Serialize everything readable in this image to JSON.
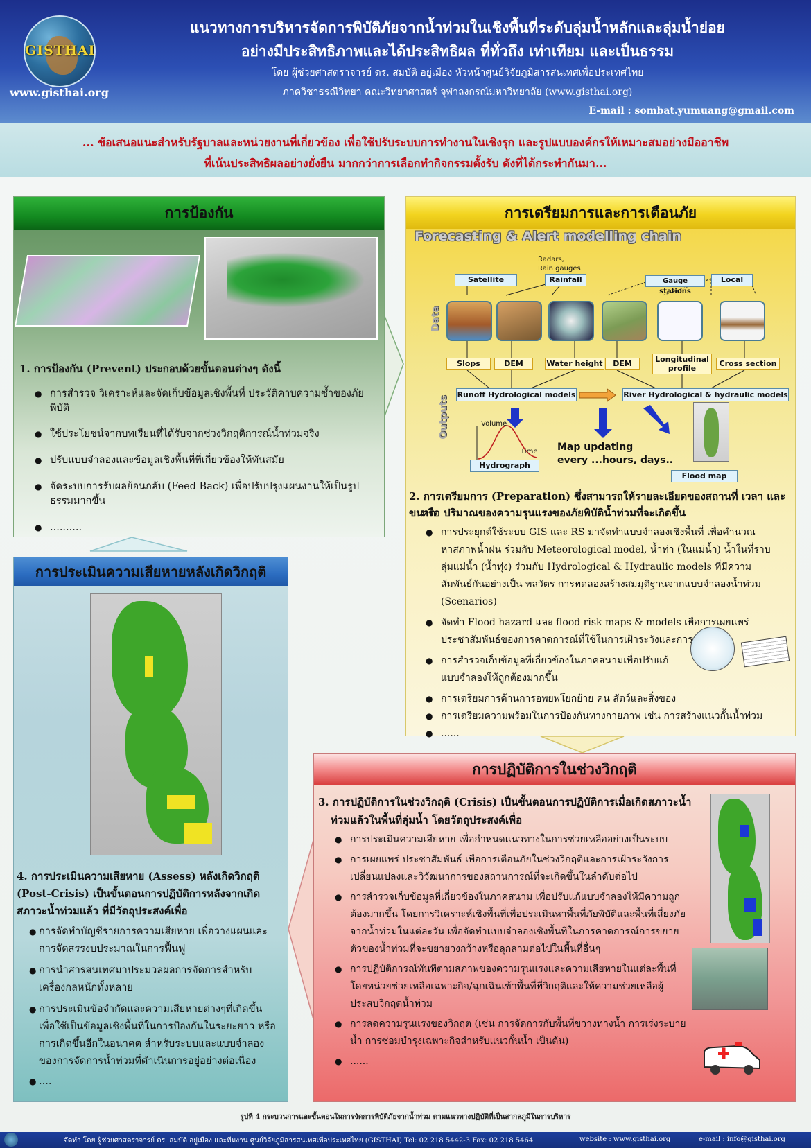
{
  "header": {
    "logo_text": "GISTHAI",
    "website": "www.gisthai.org",
    "title_line1": "แนวทางการบริหารจัดการพิบัติภัยจากน้ำท่วมในเชิงพื้นที่ระดับลุ่มน้ำหลักและลุ่มน้ำย่อย",
    "title_line2": "อย่างมีประสิทธิภาพและได้ประสิทธิผล ที่ทั่วถึง เท่าเทียม และเป็นธรรม",
    "author": "โดย ผู้ช่วยศาสตราจารย์ ดร. สมบัติ อยู่เมือง หัวหน้าศูนย์วิจัยภูมิสารสนเทศเพื่อประเทศไทย",
    "department": "ภาควิชาธรณีวิทยา คณะวิทยาศาสตร์ จุฬาลงกรณ์มหาวิทยาลัย   (www.gisthai.org)",
    "email": "E-mail : sombat.yumuang@gmail.com"
  },
  "banner": {
    "line1": "... ข้อเสนอแนะสำหรับรัฐบาลและหน่วยงานที่เกี่ยวข้อง เพื่อใช้ปรับระบบการทำงานในเชิงรุก และรูปแบบองค์กรให้เหมาะสมอย่างมืออาชีพ",
    "line2": "ที่เน้นประสิทธิผลอย่างยั่งยืน มากกว่าการเลือกทำกิจกรรมตั้งรับ ดังที่ได้กระทำกันมา..."
  },
  "prevention": {
    "title": "การป้องกัน",
    "heading": "1. การป้องกัน (Prevent) ประกอบด้วยขั้นตอนต่างๆ ดังนี้",
    "items": [
      "การสำรวจ วิเคราะห์และจัดเก็บข้อมูลเชิงพื้นที่ ประวัติคาบความซ้ำของภัยพิบัติ",
      "ใช้ประโยชน์จากบทเรียนที่ได้รับจากช่วงวิกฤติการณ์น้ำท่วมจริง",
      "ปรับแบบจำลองและข้อมูลเชิงพื้นที่ที่เกี่ยวข้องให้ทันสมัย",
      "จัดระบบการรับผลย้อนกลับ (Feed Back) เพื่อปรับปรุงแผนงานให้เป็นรูปธรรมมากขึ้น",
      ".........."
    ]
  },
  "preparation": {
    "title": "การเตรียมการและการเตือนภัย",
    "chain_title": "Forecasting & Alert modelling chain",
    "diagram": {
      "satellite": "Satellite",
      "radars": "Radars,",
      "rain_gauges": "Rain gauges",
      "rainfall": "Rainfall",
      "gauge_stations": "Gauge stations",
      "local": "Local",
      "data_label": "Data",
      "slops": "Slops",
      "dem1": "DEM",
      "water_height": "Water height",
      "dem2": "DEM",
      "longitudinal": "Longitudinal profile",
      "cross_section": "Cross section",
      "runoff": "Runoff Hydrological models",
      "river": "River Hydrological & hydraulic models",
      "outputs_label": "Outputs",
      "volume": "Volume",
      "time": "Time",
      "hydrograph": "Hydrograph",
      "map_updating": "Map updating",
      "every": "every ...hours, days..",
      "flood_map": "Flood map"
    },
    "heading_l1": "2. การเตรียมการ (Preparation) ซึ่งสามารถให้รายละเอียดของสถานที่ เวลา และขนาด",
    "heading_l2": "หรือ ปริมาณของความรุนแรงของภัยพิบัติน้ำท่วมที่จะเกิดขึ้น",
    "items": [
      "การประยุกต์ใช้ระบบ GIS และ RS มาจัดทำแบบจำลองเชิงพื้นที่ เพื่อคำนวณหาสภาพน้ำฝน ร่วมกับ Meteorological model,  น้ำท่า (ในแม่น้ำ) น้ำในที่ราบลุ่มแม่น้ำ (น้ำทุ่ง) ร่วมกับ Hydrological & Hydraulic models ที่มีความสัมพันธ์กันอย่างเป็น พลวัตร การทดลองสร้างสมมุติฐานจากแบบจำลองน้ำท่วม (Scenarios)",
      "จัดทำ Flood hazard และ flood risk maps & models เพื่อการเผยแพร่ประชาสัมพันธ์ของการคาดการณ์ที่ใช้ในการเฝ้าระวังและการเตือนภัย",
      "การสำรวจเก็บข้อมูลที่เกี่ยวข้องในภาคสนามเพื่อปรับแก้แบบจำลองให้ถูกต้องมากขึ้น",
      "การเตรียมการด้านการอพยพโยกย้าย คน สัตว์และสิ่งของ",
      "การเตรียมความพร้อมในการป้องกันทางกายภาพ เช่น การสร้างแนวกั้นน้ำท่วม",
      "......"
    ]
  },
  "assessment": {
    "title": "การประเมินความเสียหายหลังเกิดวิกฤติ",
    "heading": "4. การประเมินความเสียหาย (Assess) หลังเกิดวิกฤติ (Post-Crisis) เป็นขั้นตอนการปฏิบัติการหลังจากเกิดสภาวะน้ำท่วมแล้ว ที่มีวัตถุประสงค์เพื่อ",
    "items": [
      "การจัดทำบัญชีรายการความเสียหาย เพื่อวางแผนและการจัดสรรงบประมาณในการฟื้นฟู",
      "การนำสารสนเทศมาประมวลผลการจัดการสำหรับเครื่องกลหนักทั้งหลาย",
      "การประเมินข้อจำกัดและความเสียหายต่างๆที่เกิดขึ้น เพื่อใช้เป็นข้อมูลเชิงพื้นที่ในการป้องกันในระยะยาว หรือการเกิดขึ้นอีกในอนาคต สำหรับระบบและแบบจำลองของการจัดการน้ำท่วมที่ดำเนินการอยู่อย่างต่อเนื่อง",
      "...."
    ]
  },
  "crisis": {
    "title": "การปฏิบัติการในช่วงวิกฤติ",
    "heading_l1": "3. การปฏิบัติการในช่วงวิกฤติ (Crisis) เป็นขั้นตอนการปฏิบัติการเมื่อเกิดสภาวะน้ำ",
    "heading_l2": "ท่วมแล้วในพื้นที่ลุ่มน้ำ โดยวัตถุประสงค์เพื่อ",
    "items": [
      "การประเมินความเสียหาย เพื่อกำหนดแนวทางในการช่วยเหลืออย่างเป็นระบบ",
      "การเผยแพร่ ประชาสัมพันธ์ เพื่อการเตือนภัยในช่วงวิกฤติและการเฝ้าระวังการเปลี่ยนแปลงและวิวัฒนาการของสถานการณ์ที่จะเกิดขึ้นในลำดับต่อไป",
      "การสำรวจเก็บข้อมูลที่เกี่ยวข้องในภาคสนาม เพื่อปรับแก้แบบจำลองให้มีความถูกต้องมากขึ้น โดยการวิเคราะห์เชิงพื้นที่เพื่อประเมินหาพื้นที่ภัยพิบัติและพื้นที่เสี่ยงภัยจากน้ำท่วมในแต่ละวัน เพื่อจัดทำแบบจำลองเชิงพื้นที่ในการคาดการณ์การขยายตัวของน้ำท่วมที่จะขยายวงกว้างหรือลุกลามต่อไปในพื้นที่อื่นๆ",
      "การปฏิบัติการณ์ทันทีตามสภาพของความรุนแรงและความเสียหายในแต่ละพื้นที่ โดยหน่วยช่วยเหลือเฉพาะกิจ/ฉุกเฉินเข้าพื้นที่ที่วิกฤติและให้ความช่วยเหลือผู้ประสบวิกฤตน้ำท่วม",
      "การลดความรุนแรงของวิกฤต (เช่น การจัดการกับพื้นที่ขวางทางน้ำ การเร่งระบายน้ำ การซ่อมบำรุงเฉพาะกิจสำหรับแนวกั้นน้ำ เป็นต้น)",
      "......"
    ]
  },
  "caption": "รูปที่ 4 กระบวนการและขั้นตอนในการจัดการพิบัติภัยจากน้ำท่วม ตามแนวทางปฏิบัติที่เป็นสากลภูมิในการบริหาร",
  "footer": {
    "credit": "จัดทำ โดย ผู้ช่วยศาสตราจารย์ ดร. สมบัติ อยู่เมือง และทีมงาน ศูนย์วิจัยภูมิสารสนเทศเพื่อประเทศไทย (GISTHAI)   Tel: 02 218 5442-3  Fax: 02 218 5464",
    "website": "website :  www.gisthai.org",
    "email": "e-mail : info@gisthai.org"
  },
  "colors": {
    "header": "#1c2f8c",
    "banner_text": "#c0101a",
    "prevention": "#138a20",
    "preparation": "#f2d41f",
    "assessment": "#2b6cc0",
    "crisis": "#d83a3a"
  }
}
